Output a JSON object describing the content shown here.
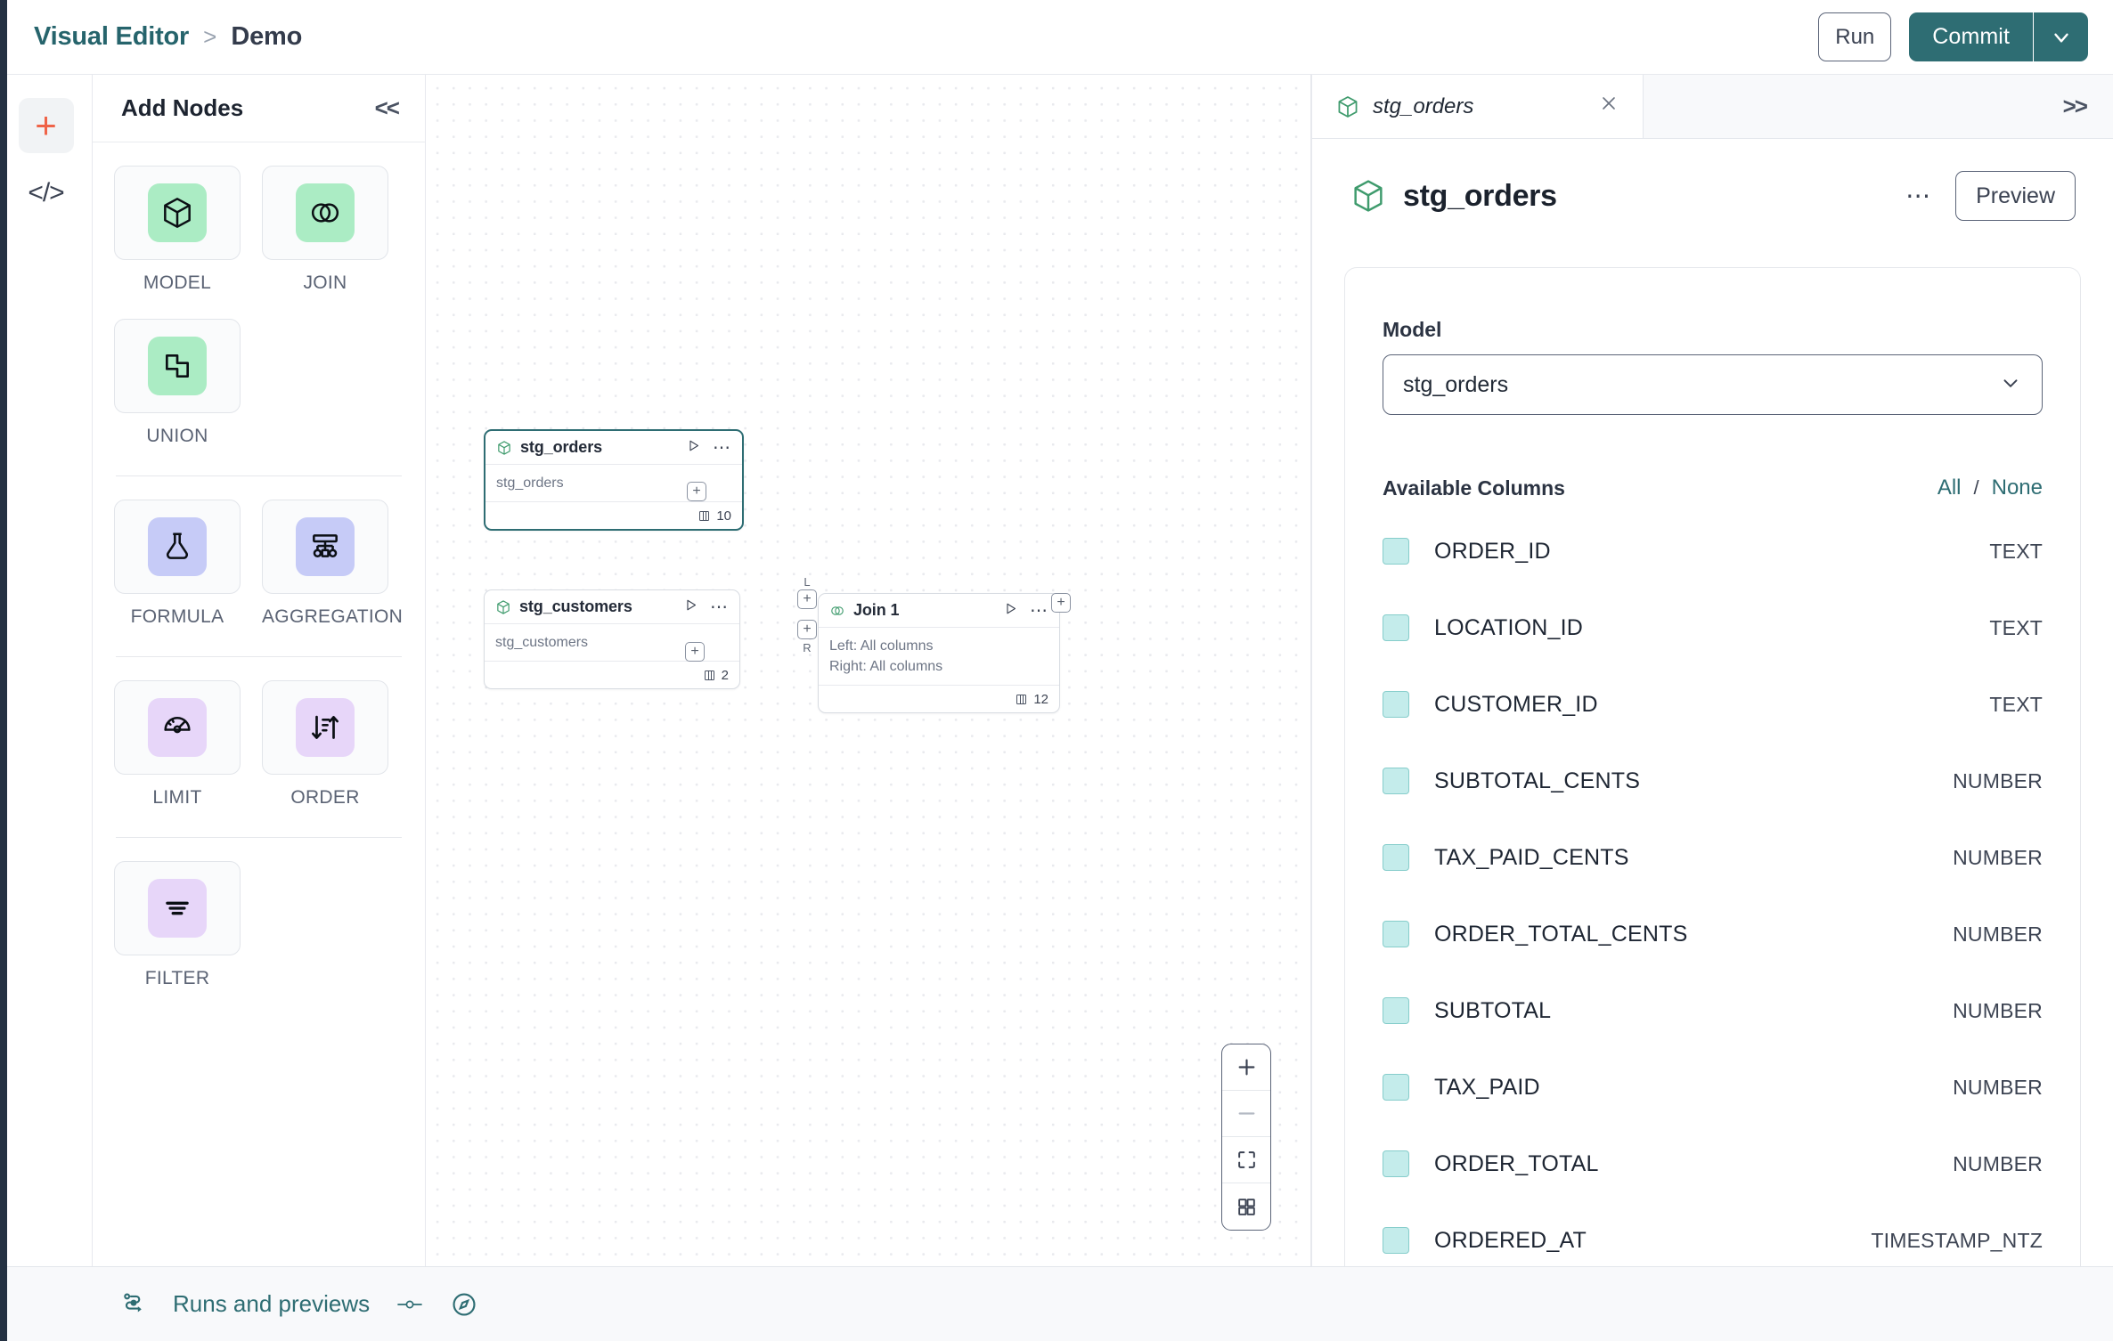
{
  "header": {
    "breadcrumb_root": "Visual Editor",
    "breadcrumb_sep": ">",
    "breadcrumb_leaf": "Demo",
    "run_label": "Run",
    "commit_label": "Commit"
  },
  "icon_rail": {
    "add_icon": "plus-icon",
    "code_icon": "code-icon",
    "code_glyph": "</>"
  },
  "palette": {
    "title": "Add Nodes",
    "collapse_glyph": "<<",
    "groups": [
      {
        "items": [
          {
            "label": "MODEL",
            "icon": "cube-icon",
            "color": "#abecc4"
          },
          {
            "label": "JOIN",
            "icon": "venn-icon",
            "color": "#abecc4"
          },
          {
            "label": "UNION",
            "icon": "union-shape-icon",
            "color": "#abecc4"
          }
        ]
      },
      {
        "items": [
          {
            "label": "FORMULA",
            "icon": "flask-icon",
            "color": "#c6cbf7"
          },
          {
            "label": "AGGREGATION",
            "icon": "aggregation-icon",
            "color": "#c6cbf7"
          }
        ]
      },
      {
        "items": [
          {
            "label": "LIMIT",
            "icon": "limit-gauge-icon",
            "color": "#e7d6f9"
          },
          {
            "label": "ORDER",
            "icon": "sort-icon",
            "color": "#e7d6f9"
          }
        ]
      },
      {
        "items": [
          {
            "label": "FILTER",
            "icon": "filter-icon",
            "color": "#e7d6f9"
          }
        ]
      }
    ]
  },
  "canvas": {
    "nodes": [
      {
        "id": "stg_orders",
        "title": "stg_orders",
        "icon": "cube-icon",
        "subtitle": "stg_orders",
        "column_count": "10",
        "selected": true
      },
      {
        "id": "stg_customers",
        "title": "stg_customers",
        "icon": "cube-icon",
        "subtitle": "stg_customers",
        "column_count": "2",
        "selected": false
      },
      {
        "id": "join_1",
        "title": "Join 1",
        "icon": "venn-icon",
        "subtitle_left": "Left: All columns",
        "subtitle_right": "Right: All columns",
        "column_count": "12",
        "selected": false,
        "input_label_left": "L",
        "input_label_right": "R"
      }
    ],
    "handle_glyph": "+",
    "zoom_controls": {
      "zoom_in": "zoom-in-icon",
      "zoom_out": "zoom-out-icon",
      "fit_view": "fit-view-icon",
      "mini_map": "mini-map-icon"
    }
  },
  "right_panel": {
    "tab_label": "stg_orders",
    "tab_icon": "cube-icon",
    "tab_close": "close-icon",
    "expand_glyph": ">>",
    "title": "stg_orders",
    "more_glyph": "•••",
    "preview_label": "Preview",
    "model_label": "Model",
    "model_value": "stg_orders",
    "columns_label": "Available Columns",
    "select_all_label": "All",
    "separator": "/",
    "select_none_label": "None",
    "columns": [
      {
        "name": "ORDER_ID",
        "type": "TEXT",
        "checked": true
      },
      {
        "name": "LOCATION_ID",
        "type": "TEXT",
        "checked": true
      },
      {
        "name": "CUSTOMER_ID",
        "type": "TEXT",
        "checked": true
      },
      {
        "name": "SUBTOTAL_CENTS",
        "type": "NUMBER",
        "checked": true
      },
      {
        "name": "TAX_PAID_CENTS",
        "type": "NUMBER",
        "checked": true
      },
      {
        "name": "ORDER_TOTAL_CENTS",
        "type": "NUMBER",
        "checked": true
      },
      {
        "name": "SUBTOTAL",
        "type": "NUMBER",
        "checked": true
      },
      {
        "name": "TAX_PAID",
        "type": "NUMBER",
        "checked": true
      },
      {
        "name": "ORDER_TOTAL",
        "type": "NUMBER",
        "checked": true
      },
      {
        "name": "ORDERED_AT",
        "type": "TIMESTAMP_NTZ",
        "checked": true
      }
    ]
  },
  "footer": {
    "runs_label": "Runs and previews",
    "runs_icon": "runs-flow-icon",
    "toggle_icon": "toggle-icon",
    "compass_icon": "compass-icon"
  },
  "colors": {
    "accent_teal": "#2e6d73",
    "accent_orange": "#ef6348",
    "checkbox_fill": "#c4eceb",
    "green_tile": "#abecc4",
    "blue_tile": "#c6cbf7",
    "purple_tile": "#e7d6f9"
  }
}
